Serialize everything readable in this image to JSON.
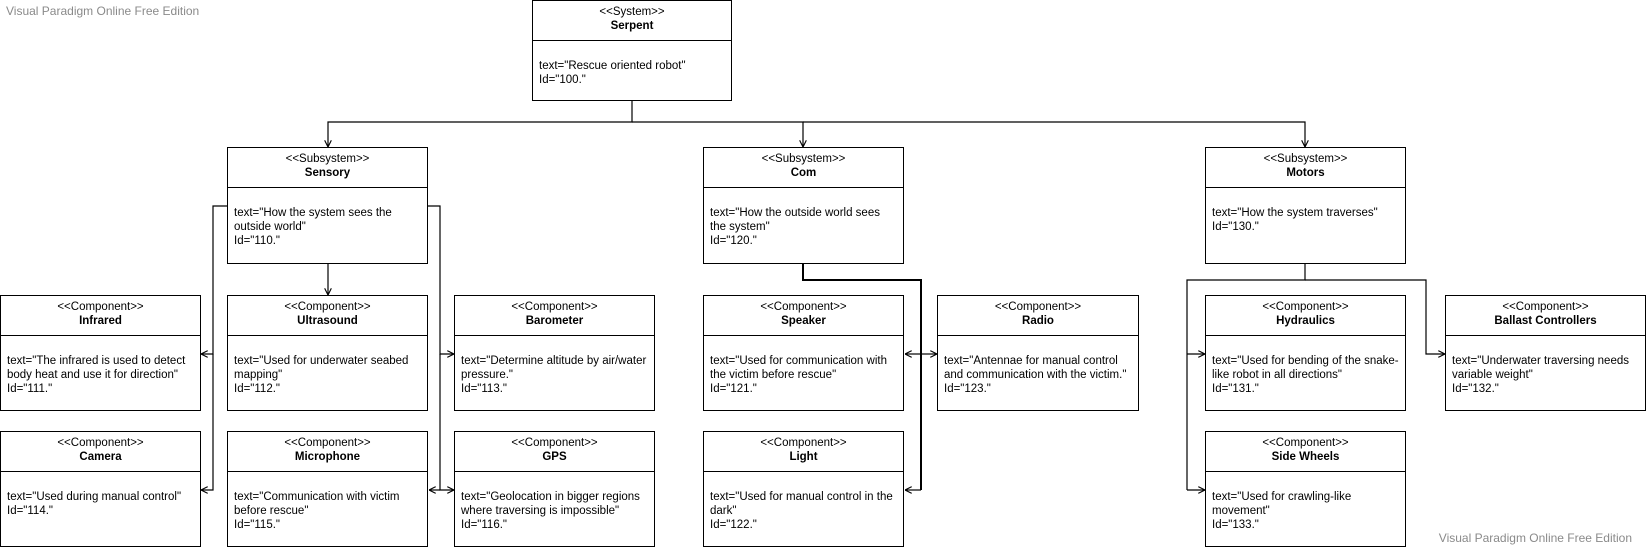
{
  "watermark": "Visual Paradigm Online Free Edition",
  "colors": {
    "line": "#000000",
    "watermark": "#8a8a8a",
    "background": "#ffffff"
  },
  "blocks": [
    {
      "id": "serpent",
      "stereotype": "<<System>>",
      "name": "Serpent",
      "text": "text=\"Rescue oriented robot\"",
      "ident": "Id=\"100.\""
    },
    {
      "id": "sensory",
      "stereotype": "<<Subsystem>>",
      "name": "Sensory",
      "text": "text=\"How the system sees the outside world\"",
      "ident": "Id=\"110.\""
    },
    {
      "id": "com",
      "stereotype": "<<Subsystem>>",
      "name": "Com",
      "text": "text=\"How the outside world sees the system\"",
      "ident": "Id=\"120.\""
    },
    {
      "id": "motors",
      "stereotype": "<<Subsystem>>",
      "name": "Motors",
      "text": "text=\"How the system traverses\"",
      "ident": "Id=\"130.\""
    },
    {
      "id": "infrared",
      "stereotype": "<<Component>>",
      "name": "Infrared",
      "text": "text=\"The infrared is used to detect body heat and use it for direction\"",
      "ident": "Id=\"111.\""
    },
    {
      "id": "ultrasound",
      "stereotype": "<<Component>>",
      "name": "Ultrasound",
      "text": "text=\"Used for underwater seabed mapping\"",
      "ident": "Id=\"112.\""
    },
    {
      "id": "barometer",
      "stereotype": "<<Component>>",
      "name": "Barometer",
      "text": "text=\"Determine altitude by air/water pressure.\"",
      "ident": "Id=\"113.\""
    },
    {
      "id": "camera",
      "stereotype": "<<Component>>",
      "name": "Camera",
      "text": "text=\"Used during manual control\"",
      "ident": "Id=\"114.\""
    },
    {
      "id": "microphone",
      "stereotype": "<<Component>>",
      "name": "Microphone",
      "text": "text=\"Communication with victim before rescue\"",
      "ident": "Id=\"115.\""
    },
    {
      "id": "gps",
      "stereotype": "<<Component>>",
      "name": "GPS",
      "text": "text=\"Geolocation in bigger regions where traversing is impossible\"",
      "ident": "Id=\"116.\""
    },
    {
      "id": "speaker",
      "stereotype": "<<Component>>",
      "name": "Speaker",
      "text": "text=\"Used for communication with the victim before rescue\"",
      "ident": "Id=\"121.\""
    },
    {
      "id": "radio",
      "stereotype": "<<Component>>",
      "name": "Radio",
      "text": "text=\"Antennae for manual control and communication with the victim.\"",
      "ident": "Id=\"123.\""
    },
    {
      "id": "light",
      "stereotype": "<<Component>>",
      "name": "Light",
      "text": "text=\"Used for manual control in the dark\"",
      "ident": "Id=\"122.\""
    },
    {
      "id": "hydraulics",
      "stereotype": "<<Component>>",
      "name": "Hydraulics",
      "text": "text=\"Used for bending of the snake-like robot in all directions\"",
      "ident": "Id=\"131.\""
    },
    {
      "id": "ballast",
      "stereotype": "<<Component>>",
      "name": "Ballast Controllers",
      "text": "text=\"Underwater traversing needs variable weight\"",
      "ident": "Id=\"132.\""
    },
    {
      "id": "sidewheels",
      "stereotype": "<<Component>>",
      "name": "Side Wheels",
      "text": "text=\"Used for crawling-like movement\"",
      "ident": "Id=\"133.\""
    }
  ],
  "links": [
    {
      "from": "serpent",
      "to": "sensory"
    },
    {
      "from": "serpent",
      "to": "com"
    },
    {
      "from": "serpent",
      "to": "motors"
    },
    {
      "from": "sensory",
      "to": "infrared"
    },
    {
      "from": "sensory",
      "to": "ultrasound"
    },
    {
      "from": "sensory",
      "to": "barometer"
    },
    {
      "from": "sensory",
      "to": "camera"
    },
    {
      "from": "sensory",
      "to": "microphone"
    },
    {
      "from": "sensory",
      "to": "gps"
    },
    {
      "from": "com",
      "to": "speaker"
    },
    {
      "from": "com",
      "to": "radio"
    },
    {
      "from": "com",
      "to": "light"
    },
    {
      "from": "motors",
      "to": "hydraulics"
    },
    {
      "from": "motors",
      "to": "ballast"
    },
    {
      "from": "motors",
      "to": "sidewheels"
    }
  ]
}
